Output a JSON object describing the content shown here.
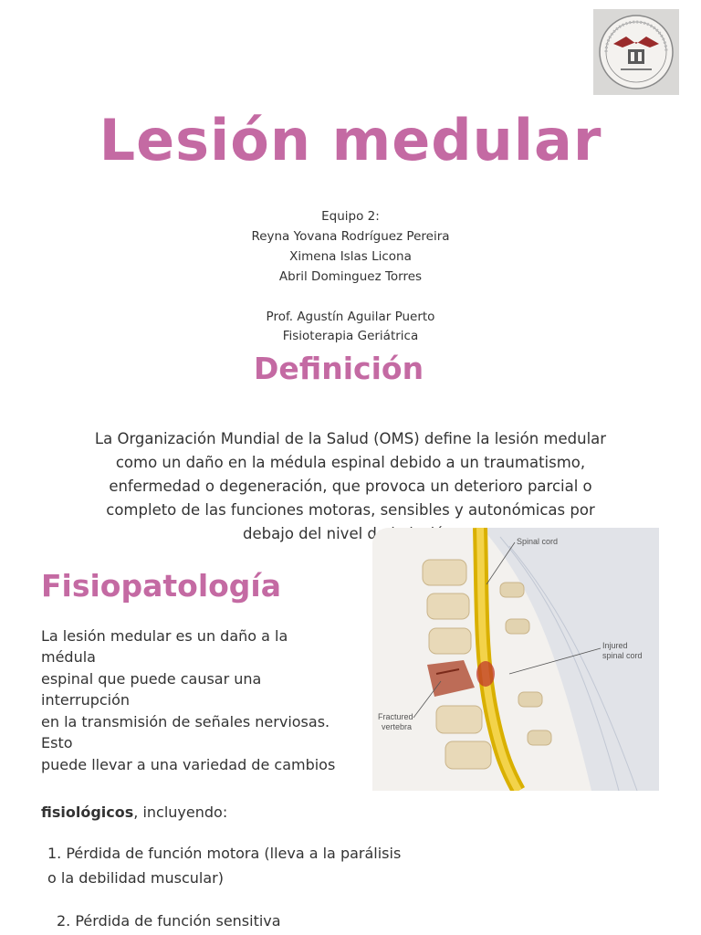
{
  "title": "Lesión medular",
  "team": {
    "label": "Equipo 2:",
    "members": [
      "Reyna Yovana Rodríguez Pereira",
      "Ximena Islas Licona",
      "Abril Dominguez Torres"
    ],
    "professor": "Prof. Agustín Aguilar Puerto",
    "course": "Fisioterapia Geriátrica"
  },
  "definition": {
    "heading": "Definición",
    "lines": [
      "La Organización Mundial de la Salud (OMS) define la lesión medular",
      "como un daño en la médula espinal debido a un traumatismo,",
      "enfermedad o degeneración, que provoca un deterioro parcial o",
      "completo de las funciones motoras, sensibles y autonómicas por",
      "debajo del nivel de la lesión."
    ]
  },
  "physiopathology": {
    "heading": "Fisiopatología",
    "lines": [
      "La lesión medular es un daño a la",
      "médula",
      "espinal que puede causar una",
      "interrupción",
      "en la transmisión de señales nerviosas.",
      "Esto",
      "puede llevar a una variedad de cambios"
    ],
    "intro_bold": "fisiológicos",
    "intro_rest": ", incluyendo:",
    "item1_line1": "1. Pérdida de función motora (lleva a la parálisis",
    "item1_line2": "o la debilidad muscular)",
    "item2": "2. Pérdida de función sensitiva"
  },
  "figure": {
    "labels": {
      "spinal_cord": "Spinal cord",
      "injured_1": "Injured",
      "injured_2": "spinal cord",
      "fractured_1": "Fractured",
      "fractured_2": "vertebra"
    }
  },
  "colors": {
    "accent": "#c46aa3",
    "text": "#333333",
    "logo_bg": "#d9d8d6",
    "logo_red": "#9a2b2b"
  },
  "icons": {
    "logo": "university-seal-icon"
  }
}
